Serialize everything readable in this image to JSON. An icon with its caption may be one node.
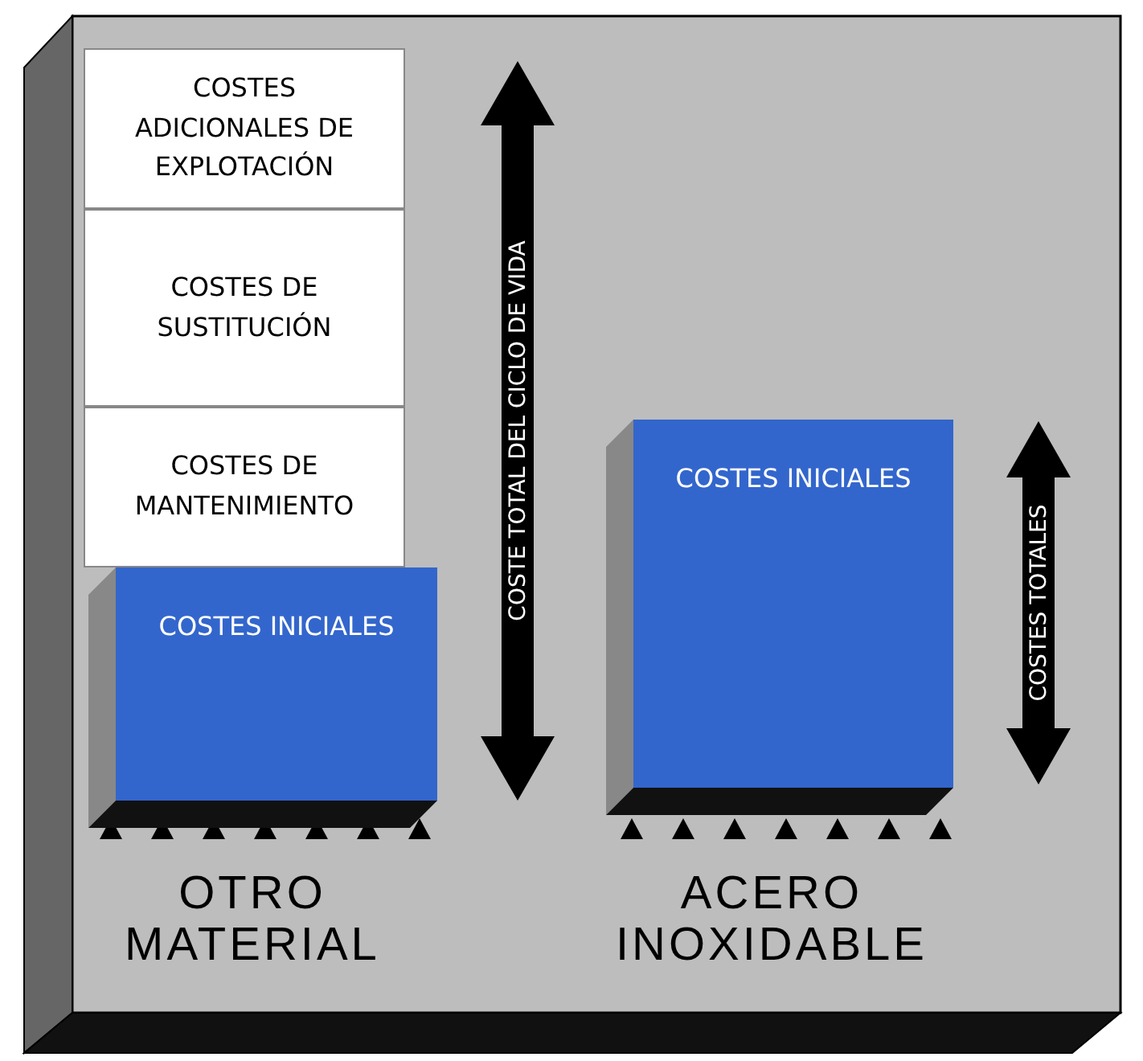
{
  "diagram": {
    "nodes": [
      {
        "text": [
          "COSTES ADICIONALES DE EXPLOTACIÓN"
        ]
      },
      {
        "text": [
          "COSTES DE SUSTITUCIÓN"
        ]
      },
      {
        "text": [
          "COSTES DE MANTENIMIENTO"
        ]
      },
      {
        "text": [
          "COSTES INICIALES"
        ]
      },
      {
        "text": [
          "COSTES INICIALES"
        ]
      }
    ],
    "edges": [],
    "labels": [
      "COSTE TOTAL DEL CICLO DE VIDA",
      "COSTES TOTALES",
      "OTRO MATERIAL",
      "ACERO INOXIDABLE"
    ]
  }
}
